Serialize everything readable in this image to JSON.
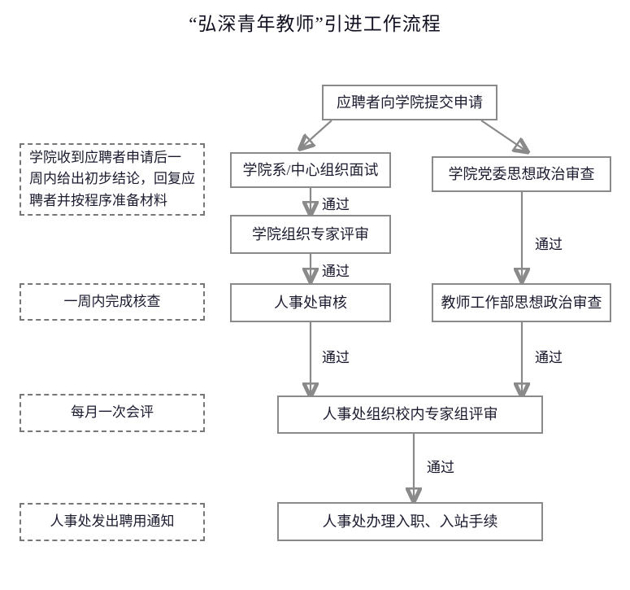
{
  "title": "“弘深青年教师”引进工作流程",
  "colors": {
    "box_border": "#8a8a8a",
    "note_border": "#777777",
    "arrow": "#8a8a8a",
    "text": "#1b1b30",
    "background": "#ffffff"
  },
  "chart_data": {
    "type": "diagram",
    "title": "“弘深青年教师”引进工作流程",
    "nodes": [
      {
        "id": "apply",
        "label": "应聘者向学院提交申请",
        "column": "center"
      },
      {
        "id": "interview",
        "label": "学院系/中心组织面试",
        "column": "left"
      },
      {
        "id": "college_expert",
        "label": "学院组织专家评审",
        "column": "left"
      },
      {
        "id": "hr_review",
        "label": "人事处审核",
        "column": "left"
      },
      {
        "id": "party_check",
        "label": "学院党委思想政治审查",
        "column": "right"
      },
      {
        "id": "teacher_dept",
        "label": "教师工作部思想政治审查",
        "column": "right"
      },
      {
        "id": "panel_review",
        "label": "人事处组织校内专家组评审",
        "column": "center"
      },
      {
        "id": "onboarding",
        "label": "人事处办理入职、入站手续",
        "column": "center"
      }
    ],
    "notes": [
      {
        "id": "note1",
        "label": "学院收到应聘者申请后一周内给出初步结论，回复应聘者并按程序准备材料"
      },
      {
        "id": "note2",
        "label": "一周内完成核查"
      },
      {
        "id": "note3",
        "label": "每月一次会评"
      },
      {
        "id": "note4",
        "label": "人事处发出聘用通知"
      }
    ],
    "edges": [
      {
        "from": "apply",
        "to": "interview",
        "label": ""
      },
      {
        "from": "apply",
        "to": "party_check",
        "label": ""
      },
      {
        "from": "interview",
        "to": "college_expert",
        "label": "通过"
      },
      {
        "from": "college_expert",
        "to": "hr_review",
        "label": "通过"
      },
      {
        "from": "hr_review",
        "to": "panel_review",
        "label": "通过"
      },
      {
        "from": "party_check",
        "to": "teacher_dept",
        "label": "通过"
      },
      {
        "from": "teacher_dept",
        "to": "panel_review",
        "label": "通过"
      },
      {
        "from": "panel_review",
        "to": "onboarding",
        "label": "通过"
      }
    ]
  },
  "nodes": {
    "apply": "应聘者向学院提交申请",
    "interview": "学院系/中心组织面试",
    "college_expert": "学院组织专家评审",
    "hr_review": "人事处审核",
    "party_check": "学院党委思想政治审查",
    "teacher_dept": "教师工作部思想政治审查",
    "panel_review": "人事处组织校内专家组评审",
    "onboarding": "人事处办理入职、入站手续"
  },
  "notes": {
    "note1_line1": "学院收到应聘者申请后一",
    "note1_line2": "周内给出初步结论，回复应",
    "note1_line3": "聘者并按程序准备材料",
    "note2": "一周内完成核查",
    "note3": "每月一次会评",
    "note4": "人事处发出聘用通知"
  },
  "edge_labels": {
    "interview_to_expert": "通过",
    "expert_to_hr": "通过",
    "hr_to_panel": "通过",
    "party_to_teacher": "通过",
    "teacher_to_panel": "通过",
    "panel_to_onboarding": "通过"
  }
}
